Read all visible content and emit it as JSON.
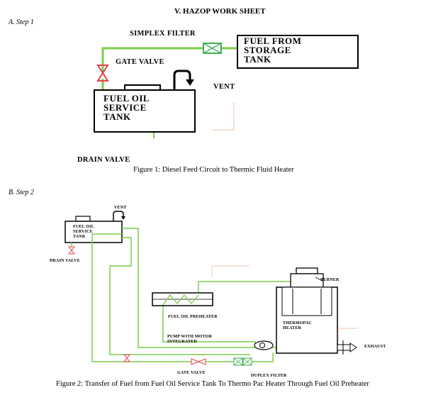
{
  "section_heading": "V.        HAZOP WORK SHEET",
  "step1": {
    "label": "A.   Step 1",
    "simplex_filter": "SIMPLEX FILTER",
    "gate_valve": "GATE VALVE",
    "vent": "VENT",
    "drain_valve": "DRAIN VALVE",
    "storage_tank": [
      "FUEL FROM",
      "STORAGE",
      "TANK"
    ],
    "service_tank": [
      "FUEL OIL",
      "SERVICE",
      "TANK"
    ],
    "caption": "Figure 1:  Diesel Feed Circuit to Thermic Fluid Heater"
  },
  "step2": {
    "label": "B.   Step 2",
    "vent": "VENT",
    "service_tank": [
      "FUEL OIL",
      "SERVICE",
      "TANK"
    ],
    "drain_valve": "DRAIN VALVE",
    "burner": "BURNER",
    "preheater": "FUEL OIL PREHEATER",
    "thermopac": [
      "THERMOPAC",
      "HEATER"
    ],
    "pump": [
      "PUMP WITH MOTOR",
      "INTEGRATED"
    ],
    "exhaust": "EXHAUST",
    "gate_valve": "GATE VALVE",
    "duplex_filter": "DUPLEX FILTER",
    "caption": "Figure 2: Transfer of Fuel from Fuel Oil Service Tank To Thermo Pac Heater Through Fuel Oil Preheater"
  },
  "colors": {
    "pipe": "#7ccd4a",
    "valve": "#e0434b",
    "filter": "#3fae55",
    "dashed": "#f2a48f"
  }
}
